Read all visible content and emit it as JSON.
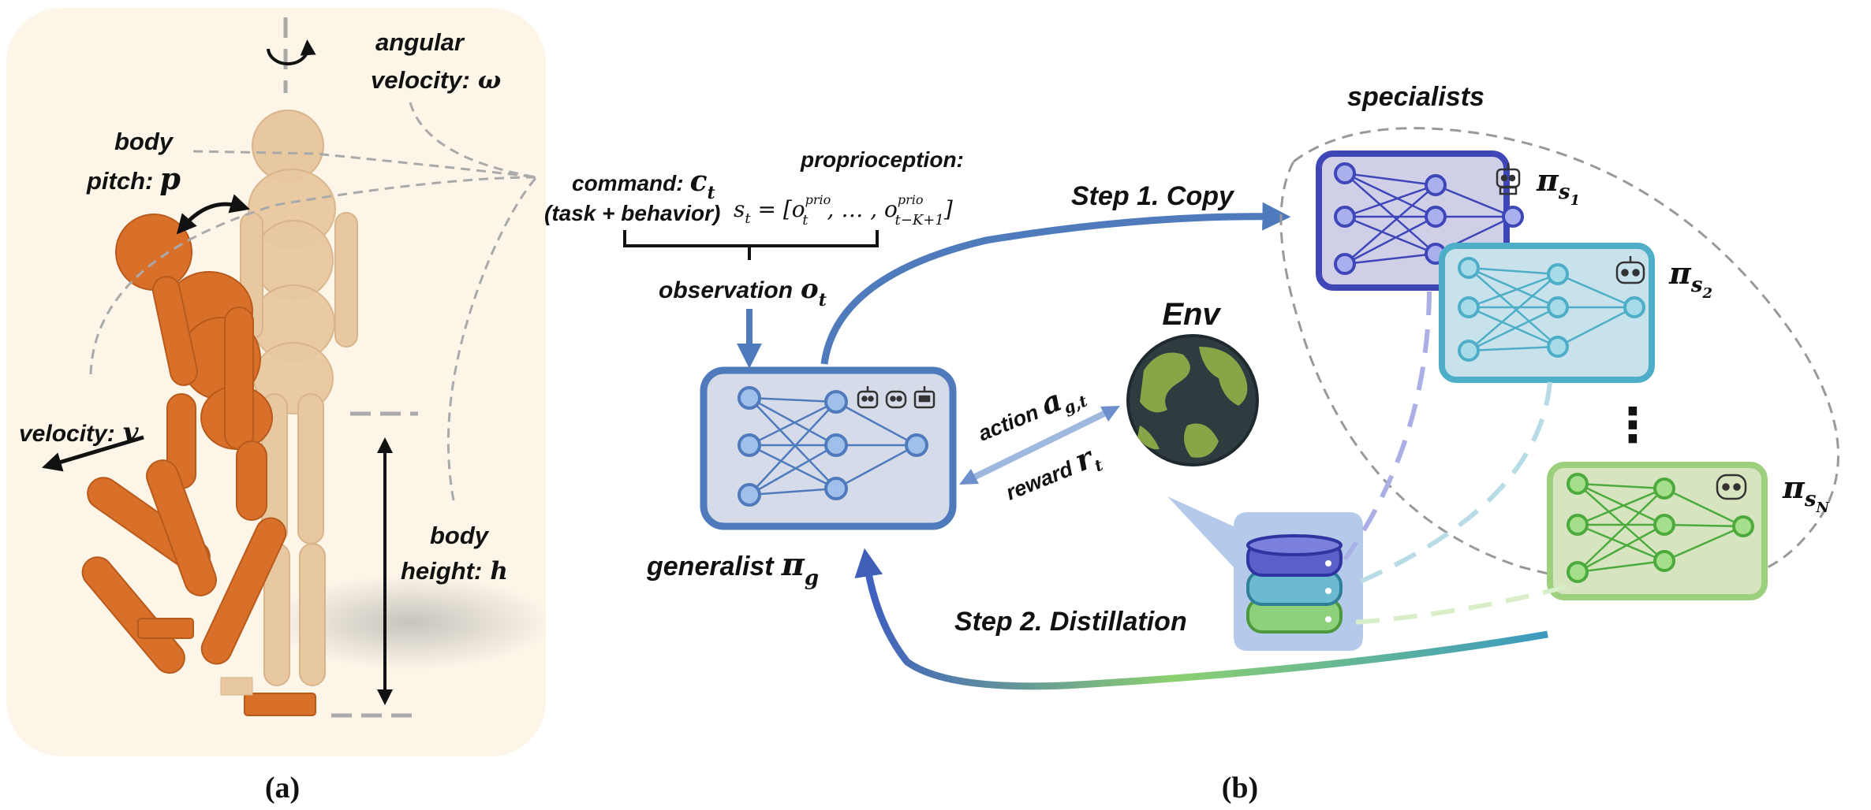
{
  "panel_a": {
    "caption": "(a)",
    "angular_velocity": {
      "line1": "angular",
      "line2": "velocity:",
      "symbol": "ω"
    },
    "body_pitch": {
      "line1": "body",
      "line2": "pitch:",
      "symbol": "p"
    },
    "velocity": {
      "text": "velocity:",
      "symbol": "v"
    },
    "body_height": {
      "line1": "body",
      "line2": "height:",
      "symbol": "h"
    }
  },
  "panel_b": {
    "caption": "(b)",
    "command": {
      "line1": "command:",
      "symbol": "c",
      "sub": "t",
      "line2": "(task + behavior)"
    },
    "proprioception": {
      "title": "proprioception:",
      "formula_lhs": "s",
      "formula_lhs_sub": "t",
      "eq": " = [",
      "o": "o",
      "sup": "prio",
      "sub1": "t",
      "mid": ", … , ",
      "sub2": "t−K+1",
      "close": "]"
    },
    "observation": {
      "text": "observation",
      "symbol": "o",
      "sub": "t"
    },
    "generalist": {
      "text": "generalist",
      "symbol": "π",
      "sub": "g"
    },
    "action": {
      "text": "action",
      "symbol": "a",
      "sub": "g,t"
    },
    "reward": {
      "text": "reward",
      "symbol": "r",
      "sub": "t"
    },
    "env": "Env",
    "specialists": "specialists",
    "step1": "Step 1. Copy",
    "step2": "Step 2. Distillation",
    "specialist_labels": [
      {
        "symbol": "π",
        "sub": "s",
        "subsub": "1"
      },
      {
        "symbol": "π",
        "sub": "s",
        "subsub": "2"
      },
      {
        "symbol": "π",
        "sub": "s",
        "subsub": "N"
      }
    ],
    "ellipsis": "⋮"
  },
  "colors": {
    "generalist": "#4f7bbd",
    "specialist1": "#3e46b8",
    "specialist2": "#4eaec8",
    "specialistN": "#7cc35a",
    "figure_orange": "#d9702a",
    "figure_beige": "#e8c8a0",
    "panel_bg": "#fcf5e8"
  },
  "icons": [
    "robot-icon",
    "globe-icon",
    "database-icon"
  ]
}
